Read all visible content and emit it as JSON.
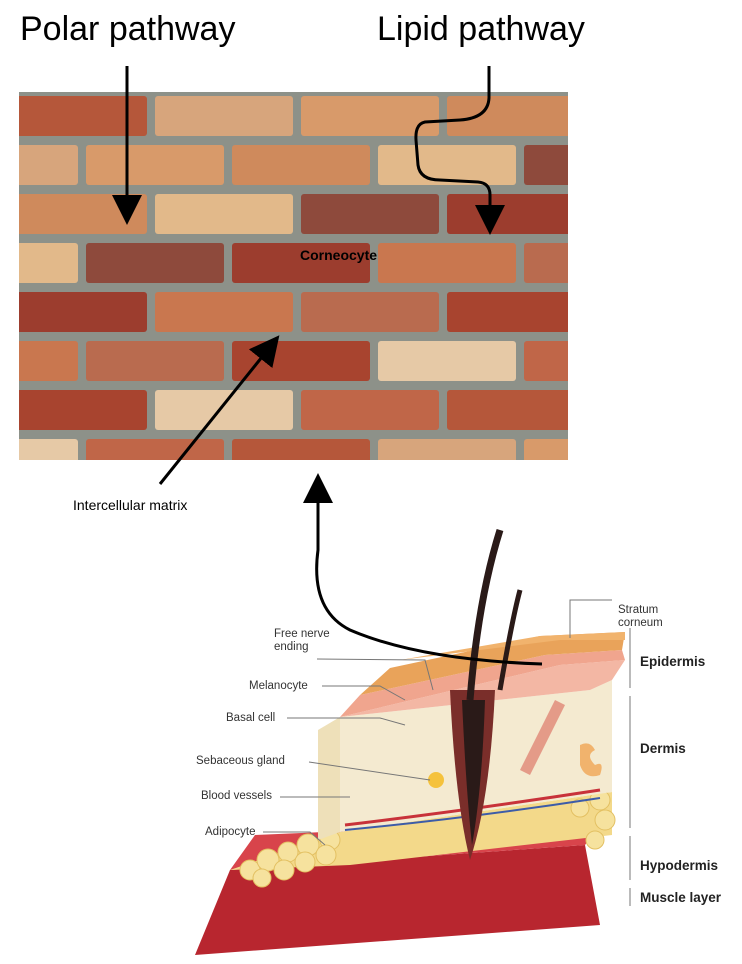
{
  "titles": {
    "polar": "Polar pathway",
    "lipid": "Lipid pathway"
  },
  "labels": {
    "corneocyte": "Corneocyte",
    "matrix": "Intercellular matrix"
  },
  "skin_left_labels": [
    "Free nerve\nending",
    "Melanocyte",
    "Basal cell",
    "Sebaceous gland",
    "Blood vessels",
    "Adipocyte"
  ],
  "skin_top_label": "Stratum\ncorneum",
  "skin_layers": [
    "Epidermis",
    "Dermis",
    "Hypodermis",
    "Muscle layer"
  ],
  "colors": {
    "mortar": "#8d9189",
    "skin_top": "#e9a35a",
    "fat": "#f3d98a",
    "muscle": "#c8323a"
  }
}
